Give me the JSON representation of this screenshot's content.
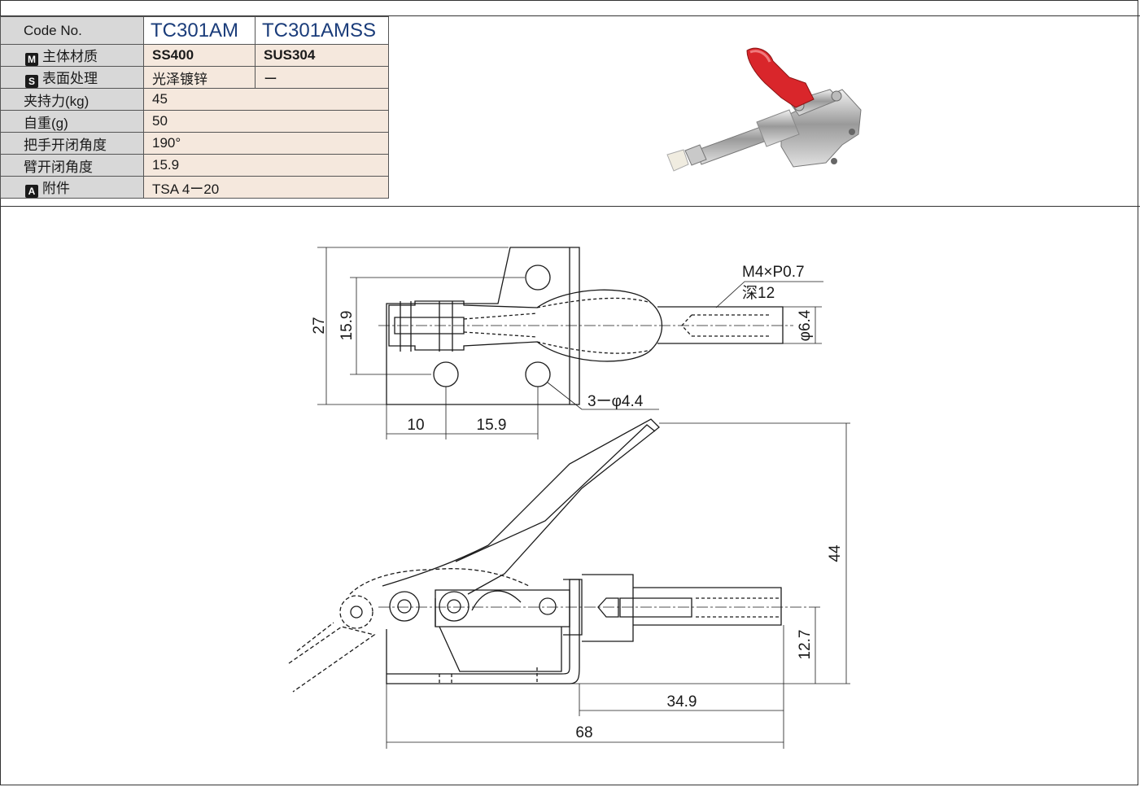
{
  "spec_table": {
    "header": {
      "label": "Code No.",
      "col1": "TC301AM",
      "col2": "TC301AMSS"
    },
    "rows": [
      {
        "badge": "M",
        "label": "主体材质",
        "col1": "SS400",
        "col2": "SUS304"
      },
      {
        "badge": "S",
        "label": "表面处理",
        "col1": "光泽镀锌",
        "col2": "ー"
      },
      {
        "label": "夹持力(kg)",
        "value": "45"
      },
      {
        "label": "自重(g)",
        "value": "50"
      },
      {
        "label": "把手开闭角度",
        "value": "190°"
      },
      {
        "label": "臂开闭角度",
        "value": "15.9"
      },
      {
        "badge": "A",
        "label": "附件",
        "value": "TSA 4ー20"
      }
    ]
  },
  "photo": {
    "icon": "toggle-clamp-photo",
    "handle_color": "#d9262b"
  },
  "drawing": {
    "top_view": {
      "height_total": "27",
      "hole_pitch_v": "15.9",
      "offset_left": "10",
      "hole_pitch_h": "15.9",
      "thread": "M4×P0.7",
      "thread_depth": "深12",
      "shaft_dia": "φ6.4",
      "holes": "3ーφ4.4"
    },
    "side_view": {
      "height_total": "44",
      "axis_height": "12.7",
      "plunger_len": "34.9",
      "length_total": "68"
    }
  }
}
